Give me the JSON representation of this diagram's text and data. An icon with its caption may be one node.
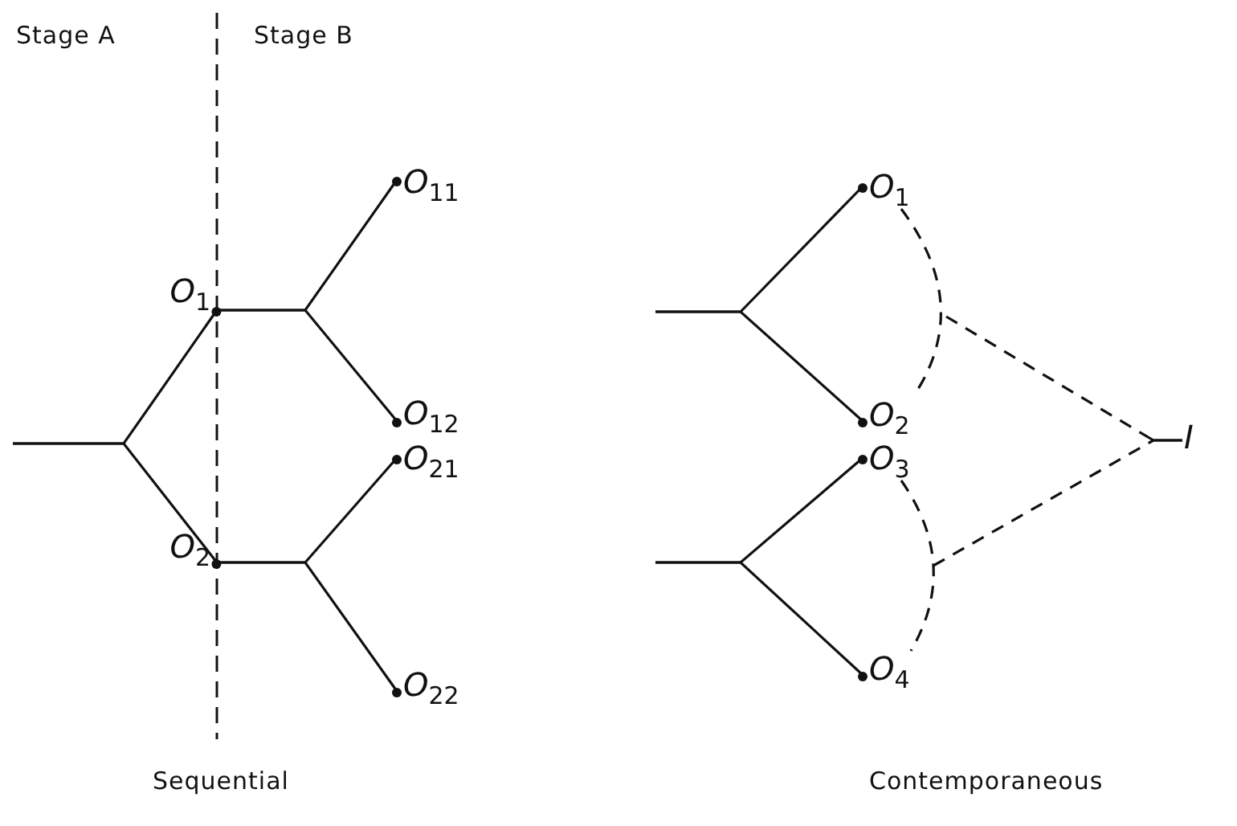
{
  "diagram": {
    "nodes": [
      {
        "text": [
          "O$_{1}$"
        ]
      },
      {
        "text": [
          "O$_{2}$"
        ]
      },
      {
        "text": [
          "O$_{11}$"
        ]
      },
      {
        "text": [
          "O$_{12}$"
        ]
      },
      {
        "text": [
          "O$_{21}$"
        ]
      },
      {
        "text": [
          "O$_{22}$"
        ]
      },
      {
        "text": [
          "O$_{1}$"
        ]
      },
      {
        "text": [
          "O$_{2}$"
        ]
      },
      {
        "text": [
          "O$_{3}$"
        ]
      },
      {
        "text": [
          "O$_{4}$"
        ]
      },
      {
        "text": [
          "I"
        ]
      }
    ],
    "edges": [
      {
        "from": null,
        "to": 0,
        "arrow": "none"
      },
      {
        "from": null,
        "to": 1,
        "arrow": "none"
      },
      {
        "from": 0,
        "to": 2,
        "arrow": "none"
      },
      {
        "from": 0,
        "to": 3,
        "arrow": "none"
      },
      {
        "from": 1,
        "to": 4,
        "arrow": "none"
      },
      {
        "from": 1,
        "to": 5,
        "arrow": "none"
      },
      {
        "from": null,
        "to": 6,
        "arrow": "none"
      },
      {
        "from": null,
        "to": 7,
        "arrow": "none"
      },
      {
        "from": null,
        "to": 8,
        "arrow": "none"
      },
      {
        "from": null,
        "to": 9,
        "arrow": "none"
      },
      {
        "from": 6,
        "to": 7,
        "arrow": "none",
        "style": "dashed"
      },
      {
        "from": 8,
        "to": 9,
        "arrow": "none",
        "style": "dashed"
      },
      {
        "from": null,
        "to": 10,
        "arrow": "none",
        "style": "dashed"
      },
      {
        "from": null,
        "to": 10,
        "arrow": "none",
        "style": "dashed"
      }
    ],
    "labels": [
      "Stage A",
      "Stage B",
      "Sequential",
      "Contemporaneous"
    ]
  }
}
